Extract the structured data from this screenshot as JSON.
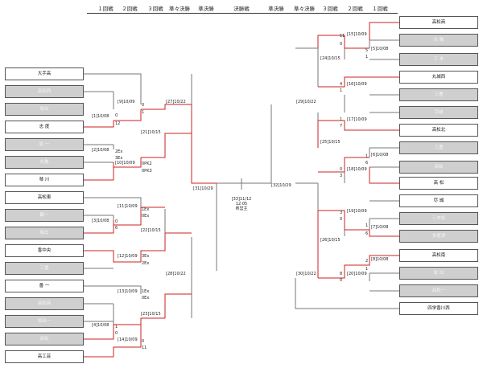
{
  "header_rounds": [
    "１回戦",
    "２回戦",
    "３回戦",
    "準々決勝",
    "準決勝",
    "決勝戦",
    "準決勝",
    "準々決勝",
    "３回戦",
    "２回戦",
    "１回戦"
  ],
  "teams_left": [
    "大手高",
    "高松西",
    "坂出",
    "志 度",
    "坂 一",
    "丸亀",
    "琴 川",
    "高松東",
    "観一",
    "坂出",
    "香中央",
    "三豊",
    "善 一",
    "高松商",
    "坂出一",
    "高松",
    "高工芸"
  ],
  "teams_right": [
    "高松商",
    "丸 亀",
    "三 本",
    "丸城西",
    "三豊",
    "尽誠",
    "高松北",
    "三豊",
    "高松",
    "高 松",
    "尽 誠",
    "三本松",
    "多度津",
    "高松南",
    "坂 出",
    "高松一",
    "四学香川西"
  ],
  "final": {
    "line1": "[33]11/12",
    "line2": "12:05",
    "line3": "県営主"
  },
  "labels": {
    "m1": "[1]10/08",
    "m2": "[2]10/08",
    "m3": "[3]10/08",
    "m4": "[4]10/08",
    "m9": "[9]10/09",
    "m10": "[10]10/09",
    "m11": "[11]10/09",
    "m12": "[12]10/09",
    "m13": "[13]10/09",
    "m14": "[14]10/09",
    "m21": "[21]10/15",
    "m22": "[22]10/15",
    "m23": "[23]10/15",
    "m27": "[27]10/22",
    "m28": "[28]10/22",
    "m31": "[31]10/29",
    "m5": "[5]10/08",
    "m6": "[6]10/08",
    "m7": "[7]10/08",
    "m8": "[8]10/08",
    "m15": "[15]10/09",
    "m16": "[16]10/09",
    "m17": "[17]10/09",
    "m18": "[18]10/09",
    "m19": "[19]10/09",
    "m20": "[20]10/09",
    "m24": "[24]10/15",
    "m25": "[25]10/15",
    "m26": "[26]10/15",
    "m29": "[29]10/22",
    "m30": "[30]10/22",
    "m32": "[32]10/29"
  },
  "scores": {
    "m1a": "0",
    "m1b": "12",
    "m2a": "2Ex",
    "m2b": "3Ex",
    "m9a": "0",
    "m9b": "1",
    "m10a": "0PK2",
    "m10b": "0PK3",
    "m11a": "1Ex",
    "m11b": "0Ex",
    "m3a": "0",
    "m3b": "6",
    "m12a": "3Ex",
    "m12b": "2Ex",
    "m13a": "1Ex",
    "m13b": "0Ex",
    "m4a": "1",
    "m4b": "0",
    "m14a": "0",
    "m14b": "11",
    "m15a": "11",
    "m15b": "0",
    "m5a": "5",
    "m5b": "1",
    "m16a": "4",
    "m16b": "1",
    "m17a": "1",
    "m17b": "7",
    "m6a": "1",
    "m6b": "6",
    "m18a": "0",
    "m18b": "3",
    "m19a": "3",
    "m19b": "0",
    "m7a": "1",
    "m7b": "6",
    "m8a": "2",
    "m8b": "1",
    "m20a": "8",
    "m20b": "0"
  },
  "colors": {
    "win_line": "#cc2222",
    "line": "#777777",
    "gray_team": "#cfcfcf"
  }
}
